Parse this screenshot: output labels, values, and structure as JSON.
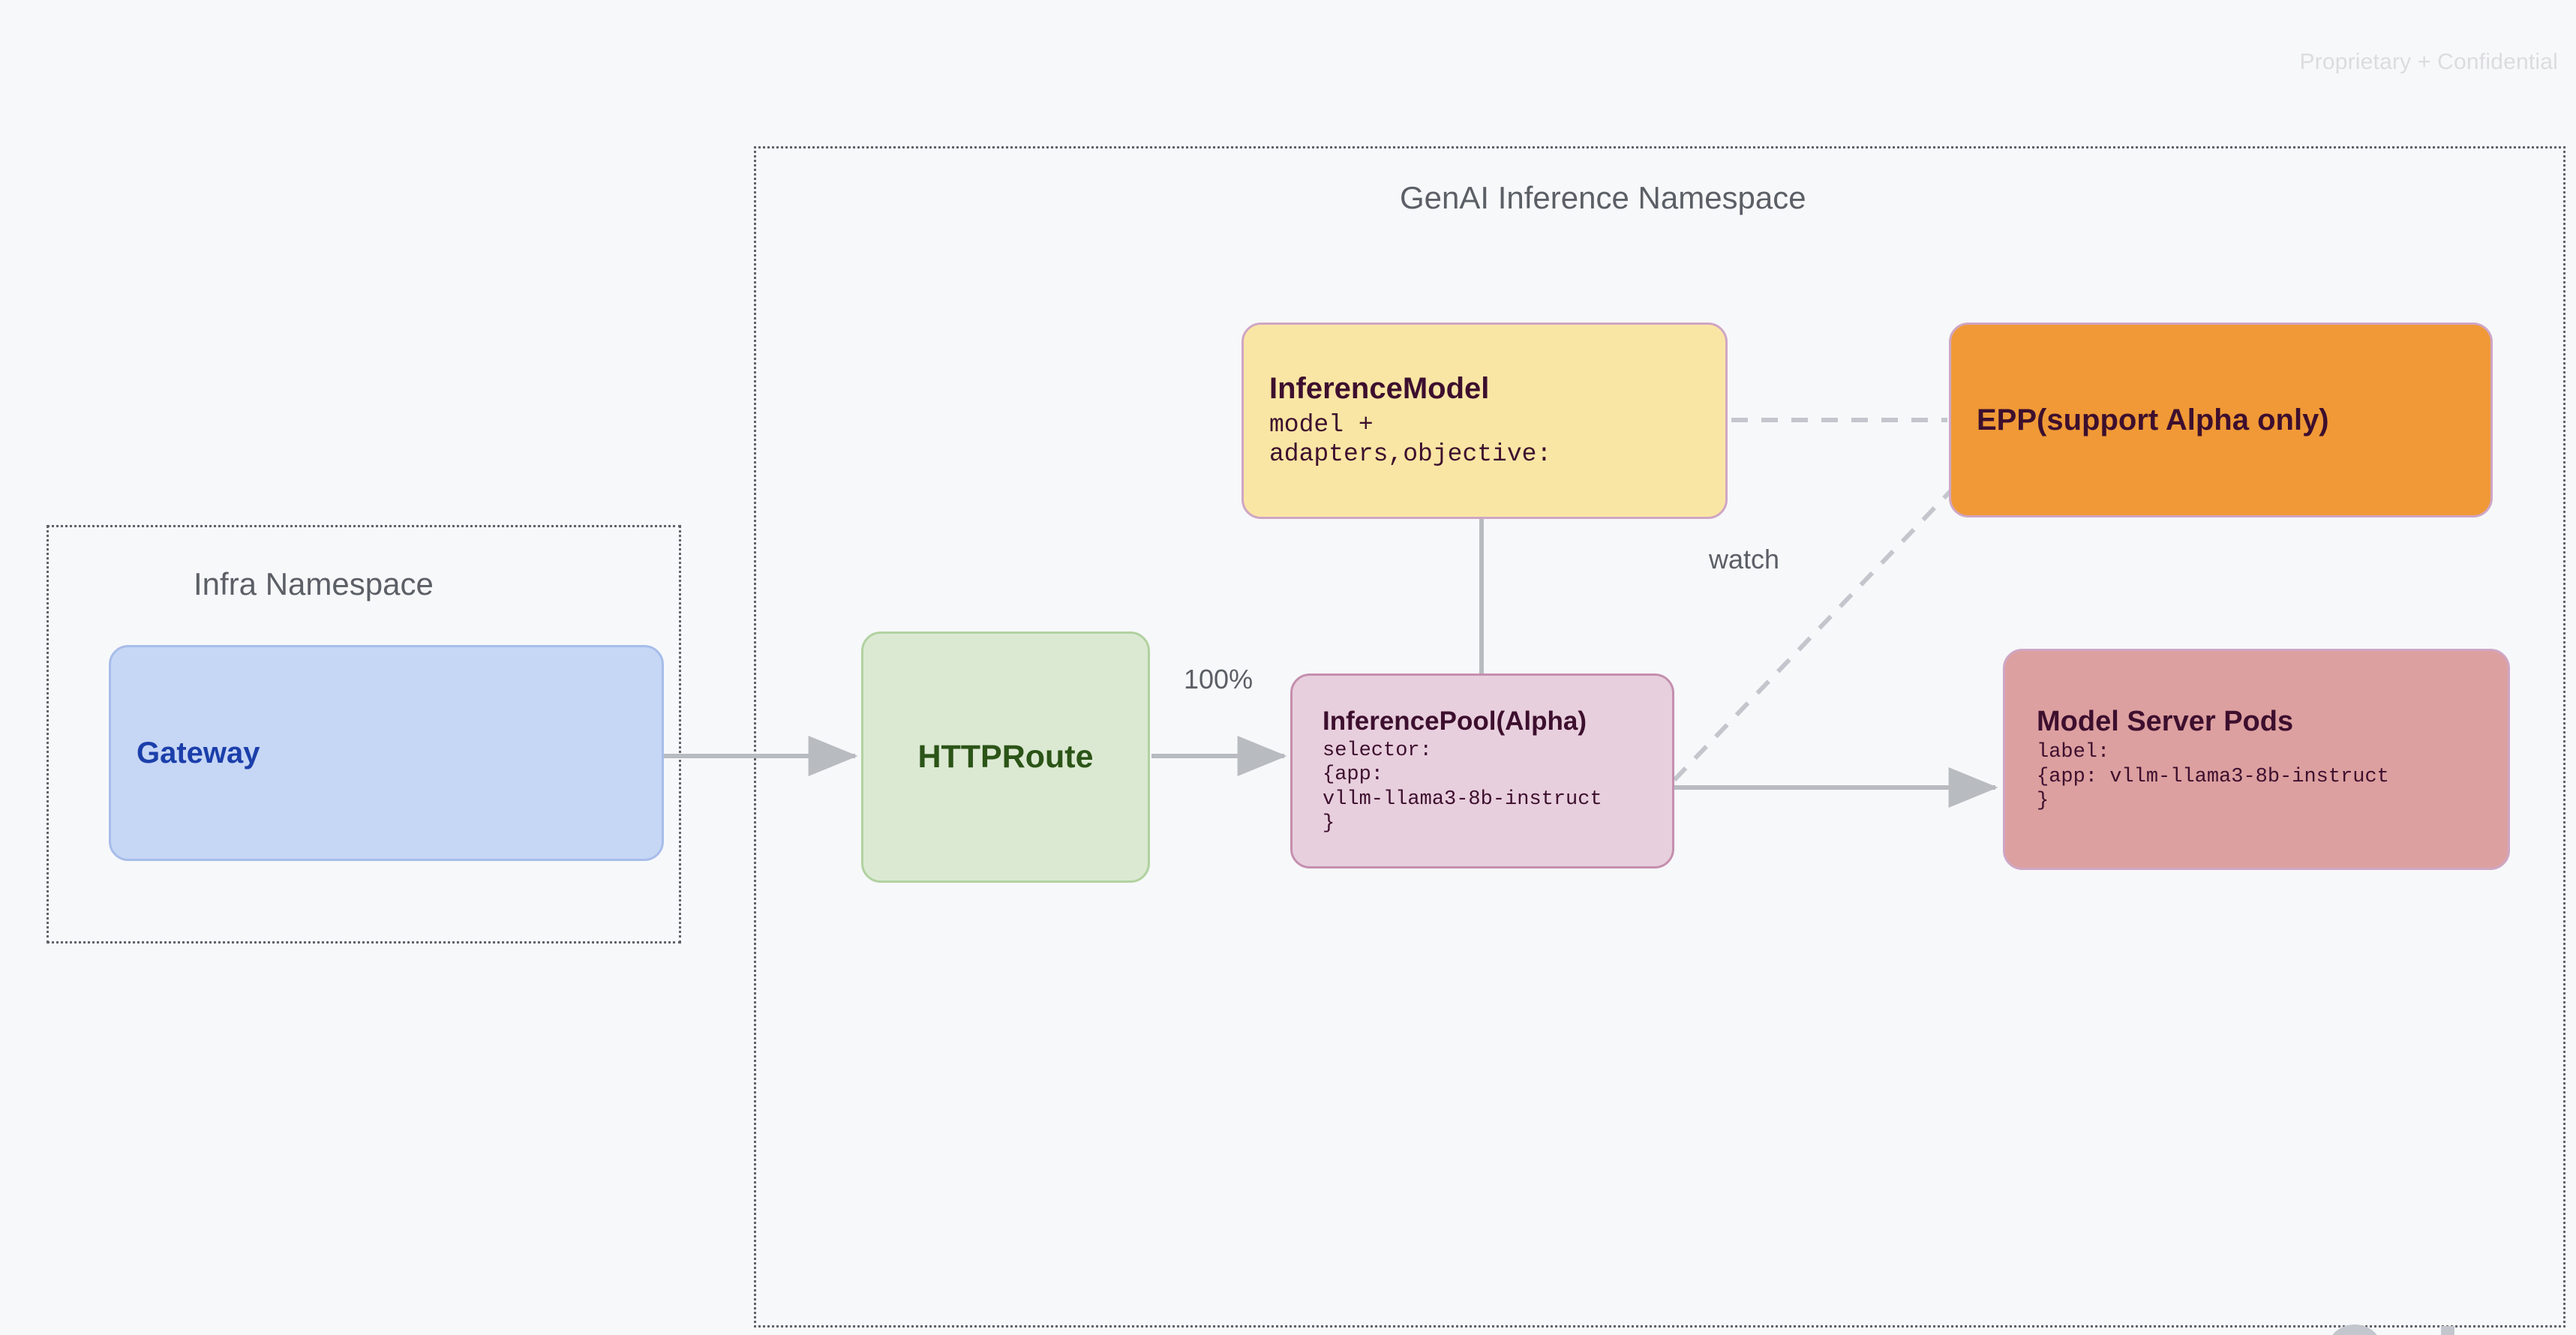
{
  "page": {
    "watermark": "Proprietary + Confidential",
    "background_color": "#f7f8fa"
  },
  "namespaces": [
    {
      "id": "infra",
      "title": "Infra Namespace",
      "border_style": "dotted",
      "border_color": "#5f6368"
    },
    {
      "id": "genai",
      "title": "GenAI Inference Namespace",
      "border_style": "dotted",
      "border_color": "#5f6368"
    }
  ],
  "nodes": {
    "gateway": {
      "title": "Gateway",
      "body": "",
      "fill": "#c6d6f5",
      "border": "#a7bdea",
      "text_color": "#1b3faa"
    },
    "httproute": {
      "title": "HTTPRoute",
      "body": "",
      "fill": "#dbe9d2",
      "border": "#b1d2a0",
      "text_color": "#2b5417"
    },
    "inference_model": {
      "title": "InferenceModel",
      "body": "model +\nadapters,objective:",
      "fill": "#fae6a4",
      "border": "#cfa6c4",
      "text_color": "#3d0f2e"
    },
    "epp": {
      "title": "EPP(support Alpha only)",
      "body": "",
      "fill": "#f09936",
      "border": "#cfa6c4",
      "text_color": "#3d0f2e"
    },
    "inference_pool": {
      "title": "InferencePool(Alpha)",
      "body": "selector:\n{app:\nvllm-llama3-8b-instruct\n}",
      "fill": "#e8cfdd",
      "border": "#c48fae",
      "text_color": "#3d0f2e"
    },
    "model_server_pods": {
      "title": "Model Server Pods",
      "body": "label:\n{app: vllm-llama3-8b-instruct\n}",
      "fill": "#dda0a0",
      "border": "#cfa6c4",
      "text_color": "#3d0f2e"
    }
  },
  "edges": {
    "gateway_to_httproute": {
      "label": "",
      "style": "solid",
      "color": "#b0b3b8"
    },
    "httproute_to_pool": {
      "label": "100%",
      "style": "solid",
      "color": "#b0b3b8"
    },
    "model_to_pool": {
      "label": "",
      "style": "solid",
      "color": "#b0b3b8"
    },
    "pool_to_pods": {
      "label": "",
      "style": "solid",
      "color": "#b0b3b8"
    },
    "pool_to_epp": {
      "label": "watch",
      "style": "dashed",
      "color": "#c3c6cc"
    },
    "model_to_epp": {
      "label": "",
      "style": "dashed",
      "color": "#c3c6cc"
    }
  }
}
